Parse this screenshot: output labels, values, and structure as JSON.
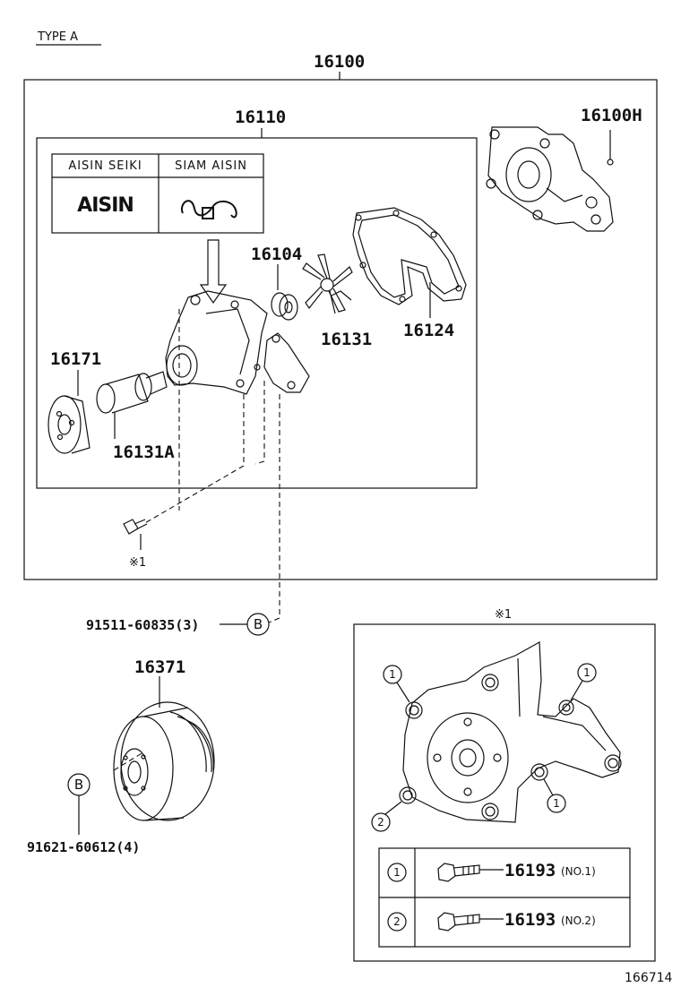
{
  "type_label": "TYPE A",
  "footer_code": "166714",
  "ref_mark": "※1",
  "makers": {
    "left_name": "AISIN SEIKI",
    "right_name": "SIAM AISIN",
    "left_logo": "AISIN"
  },
  "parts": {
    "assembly": "16100",
    "pump": "16110",
    "cover_plug": "16100H",
    "seal": "16104",
    "impeller": "16131",
    "gasket": "16124",
    "flange": "16171",
    "bearing": "16131A",
    "pulley": "16371",
    "bolt_b1": "91511-60835(3)",
    "bolt_b2": "91621-60612(4)",
    "bolt_no1": "16193",
    "bolt_no2": "16193"
  },
  "callouts": {
    "b_letter": "B",
    "n1": "1",
    "n2": "2",
    "no1_suffix": "(NO.1)",
    "no2_suffix": "(NO.2)"
  }
}
